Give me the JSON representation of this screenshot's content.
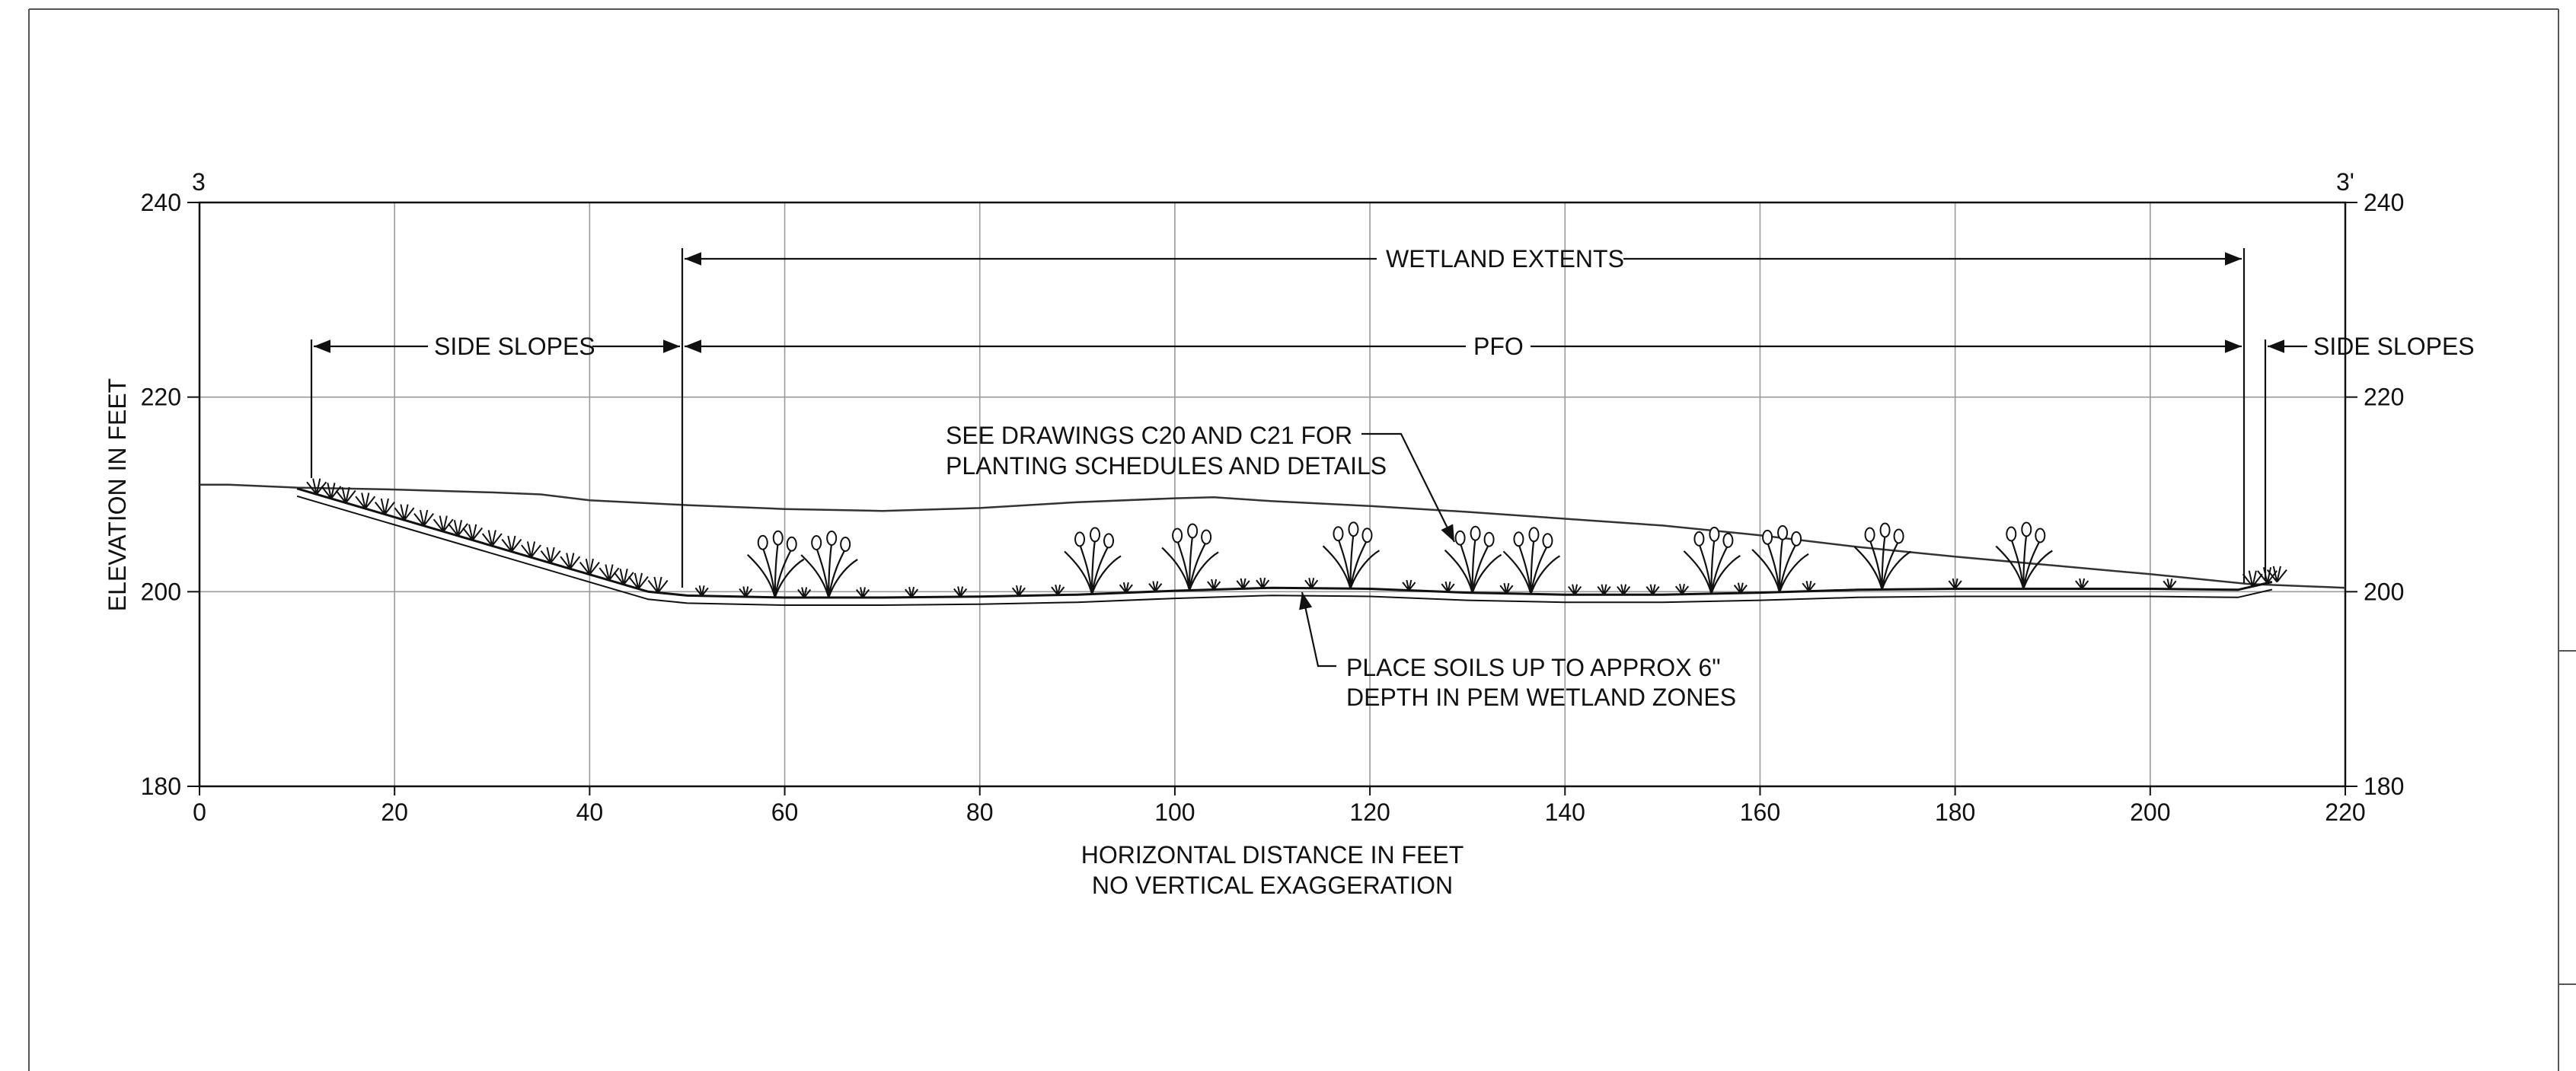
{
  "section": {
    "start_label": "3",
    "end_label": "3'"
  },
  "axes": {
    "y_title": "ELEVATION IN FEET",
    "x_title_line1": "HORIZONTAL DISTANCE IN FEET",
    "x_title_line2": "NO VERTICAL EXAGGERATION",
    "x_ticks": [
      0,
      20,
      40,
      60,
      80,
      100,
      120,
      140,
      160,
      180,
      200,
      220
    ],
    "y_ticks": [
      180,
      200,
      220,
      240
    ],
    "x_range": [
      0,
      220
    ],
    "y_range": [
      180,
      240
    ],
    "grid": true
  },
  "dimensions": {
    "wetland_extents": "WETLAND EXTENTS",
    "side_slopes_left": "SIDE SLOPES",
    "pfo": "PFO",
    "side_slopes_right": "SIDE SLOPES"
  },
  "notes": {
    "planting_line1": "SEE DRAWINGS C20 AND C21 FOR",
    "planting_line2": "PLANTING SCHEDULES AND DETAILS",
    "soils_line1": "PLACE  SOILS UP TO APPROX 6\"",
    "soils_line2": "DEPTH IN PEM WETLAND ZONES"
  },
  "profiles": {
    "existing_ground": [
      [
        0,
        211
      ],
      [
        3,
        211
      ],
      [
        10,
        210.7
      ],
      [
        20,
        210.5
      ],
      [
        30,
        210.2
      ],
      [
        35,
        210
      ],
      [
        40,
        209.4
      ],
      [
        50,
        208.9
      ],
      [
        60,
        208.5
      ],
      [
        70,
        208.3
      ],
      [
        80,
        208.6
      ],
      [
        90,
        209.2
      ],
      [
        100,
        209.6
      ],
      [
        104,
        209.7
      ],
      [
        110,
        209.3
      ],
      [
        120,
        208.8
      ],
      [
        130,
        208.2
      ],
      [
        140,
        207.5
      ],
      [
        150,
        206.8
      ],
      [
        160,
        205.8
      ],
      [
        170,
        204.6
      ],
      [
        180,
        203.6
      ],
      [
        190,
        202.7
      ],
      [
        200,
        201.8
      ],
      [
        210,
        200.8
      ],
      [
        220,
        200.4
      ]
    ],
    "proposed_grade": [
      [
        10,
        210.6
      ],
      [
        46,
        200
      ],
      [
        50,
        199.6
      ],
      [
        60,
        199.4
      ],
      [
        70,
        199.4
      ],
      [
        80,
        199.5
      ],
      [
        90,
        199.7
      ],
      [
        100,
        200.1
      ],
      [
        110,
        200.4
      ],
      [
        120,
        200.3
      ],
      [
        130,
        199.9
      ],
      [
        140,
        199.7
      ],
      [
        150,
        199.7
      ],
      [
        160,
        199.9
      ],
      [
        170,
        200.2
      ],
      [
        180,
        200.3
      ],
      [
        190,
        200.3
      ],
      [
        200,
        200.3
      ],
      [
        209,
        200.2
      ],
      [
        212.5,
        201
      ]
    ]
  },
  "plants": {
    "tall": [
      59,
      64.5,
      91.5,
      101.5,
      118,
      130.5,
      136.5,
      155,
      162,
      172.5,
      187
    ],
    "shrubs": [
      12,
      13.5,
      15,
      17,
      19,
      21,
      23,
      25,
      26.5,
      28,
      30,
      32,
      34,
      36,
      38,
      40,
      42,
      43.5,
      45,
      47,
      51.5,
      56,
      62,
      68,
      73,
      78,
      84,
      88,
      95,
      98,
      104,
      107,
      109,
      114,
      124,
      128,
      134,
      141,
      144,
      146,
      149,
      152,
      158,
      165,
      180,
      193,
      202,
      210.5,
      212,
      213
    ]
  },
  "colors": {
    "ink": "#111111",
    "grid": "#9a9a9a",
    "frame": "#555555"
  }
}
